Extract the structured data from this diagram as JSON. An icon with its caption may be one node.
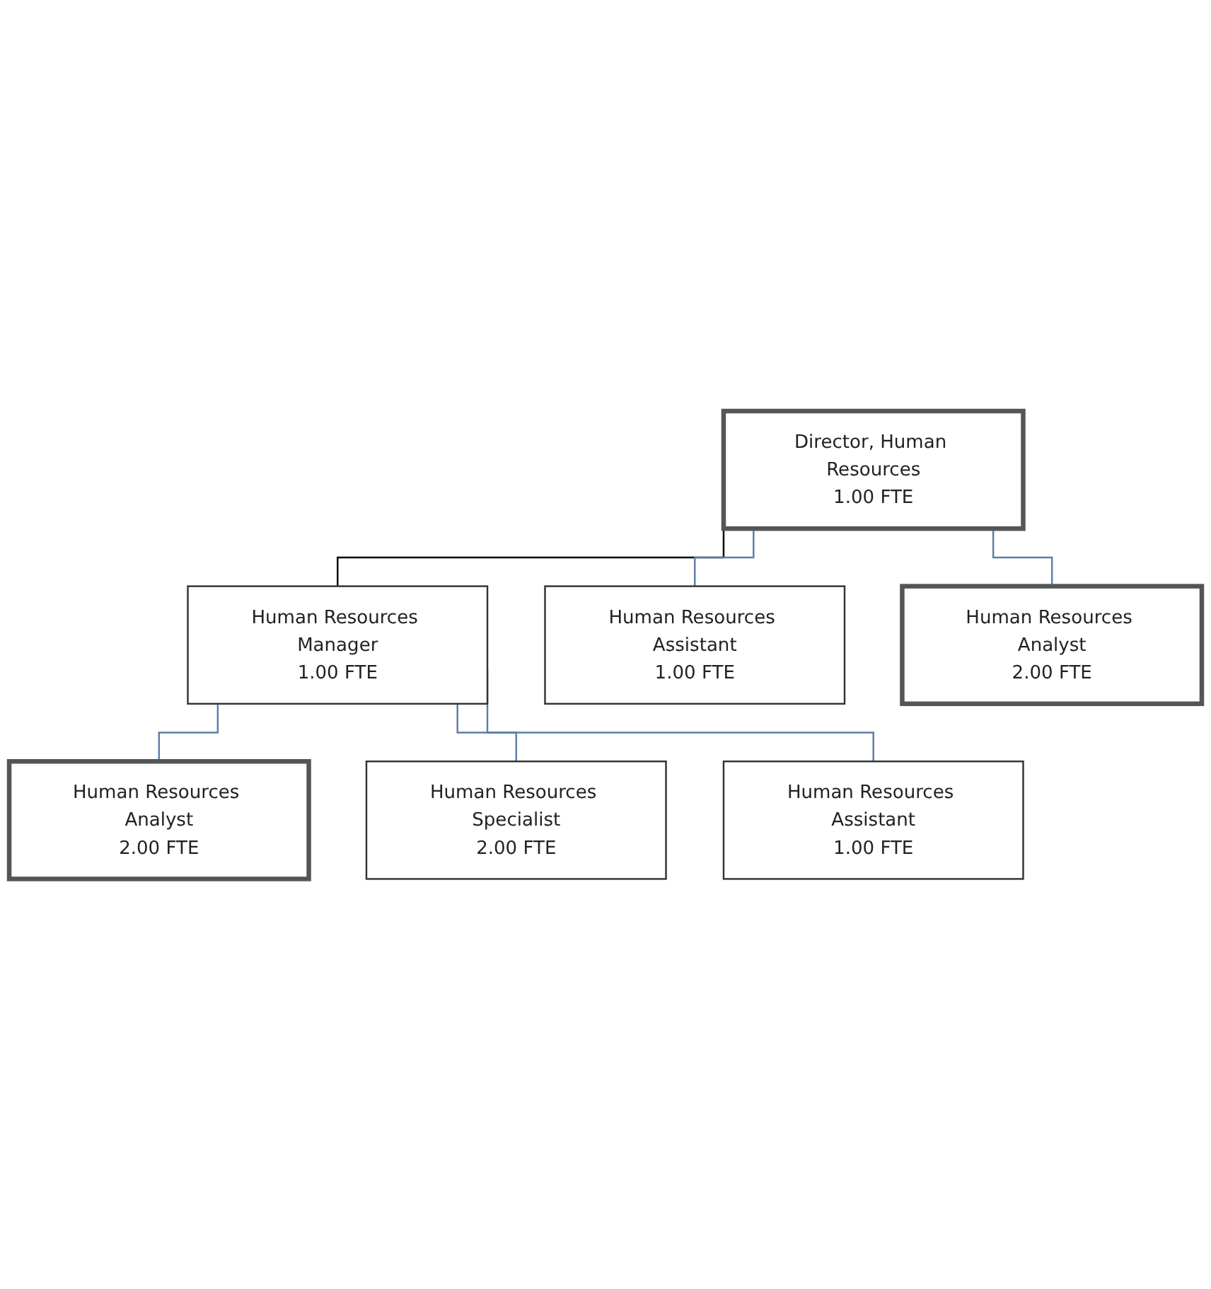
{
  "diagram": {
    "nodes": [
      {
        "text": [
          "Director, Human Resources",
          "1.00 FTE"
        ]
      },
      {
        "text": [
          "Human Resources Manager",
          "1.00 FTE"
        ]
      },
      {
        "text": [
          "Human Resources Analyst",
          "2.00 FTE"
        ]
      },
      {
        "text": [
          "Human Resources Specialist",
          "2.00 FTE"
        ]
      },
      {
        "text": [
          "Human Resources Assistant",
          "1.00 FTE"
        ]
      },
      {
        "text": [
          "Human Resources Assistant",
          "1.00 FTE"
        ]
      },
      {
        "text": [
          "Human Resources Analyst",
          "2.00 FTE"
        ]
      }
    ],
    "edges": [
      {
        "from": 0,
        "to": 1,
        "arrow": "none",
        "color": "#000000"
      },
      {
        "from": 0,
        "to": 5,
        "arrow": "none"
      },
      {
        "from": 0,
        "to": 6,
        "arrow": "none"
      },
      {
        "from": 1,
        "to": 2,
        "arrow": "none"
      },
      {
        "from": 1,
        "to": 3,
        "arrow": "none"
      },
      {
        "from": 1,
        "to": 4,
        "arrow": "none"
      }
    ]
  }
}
